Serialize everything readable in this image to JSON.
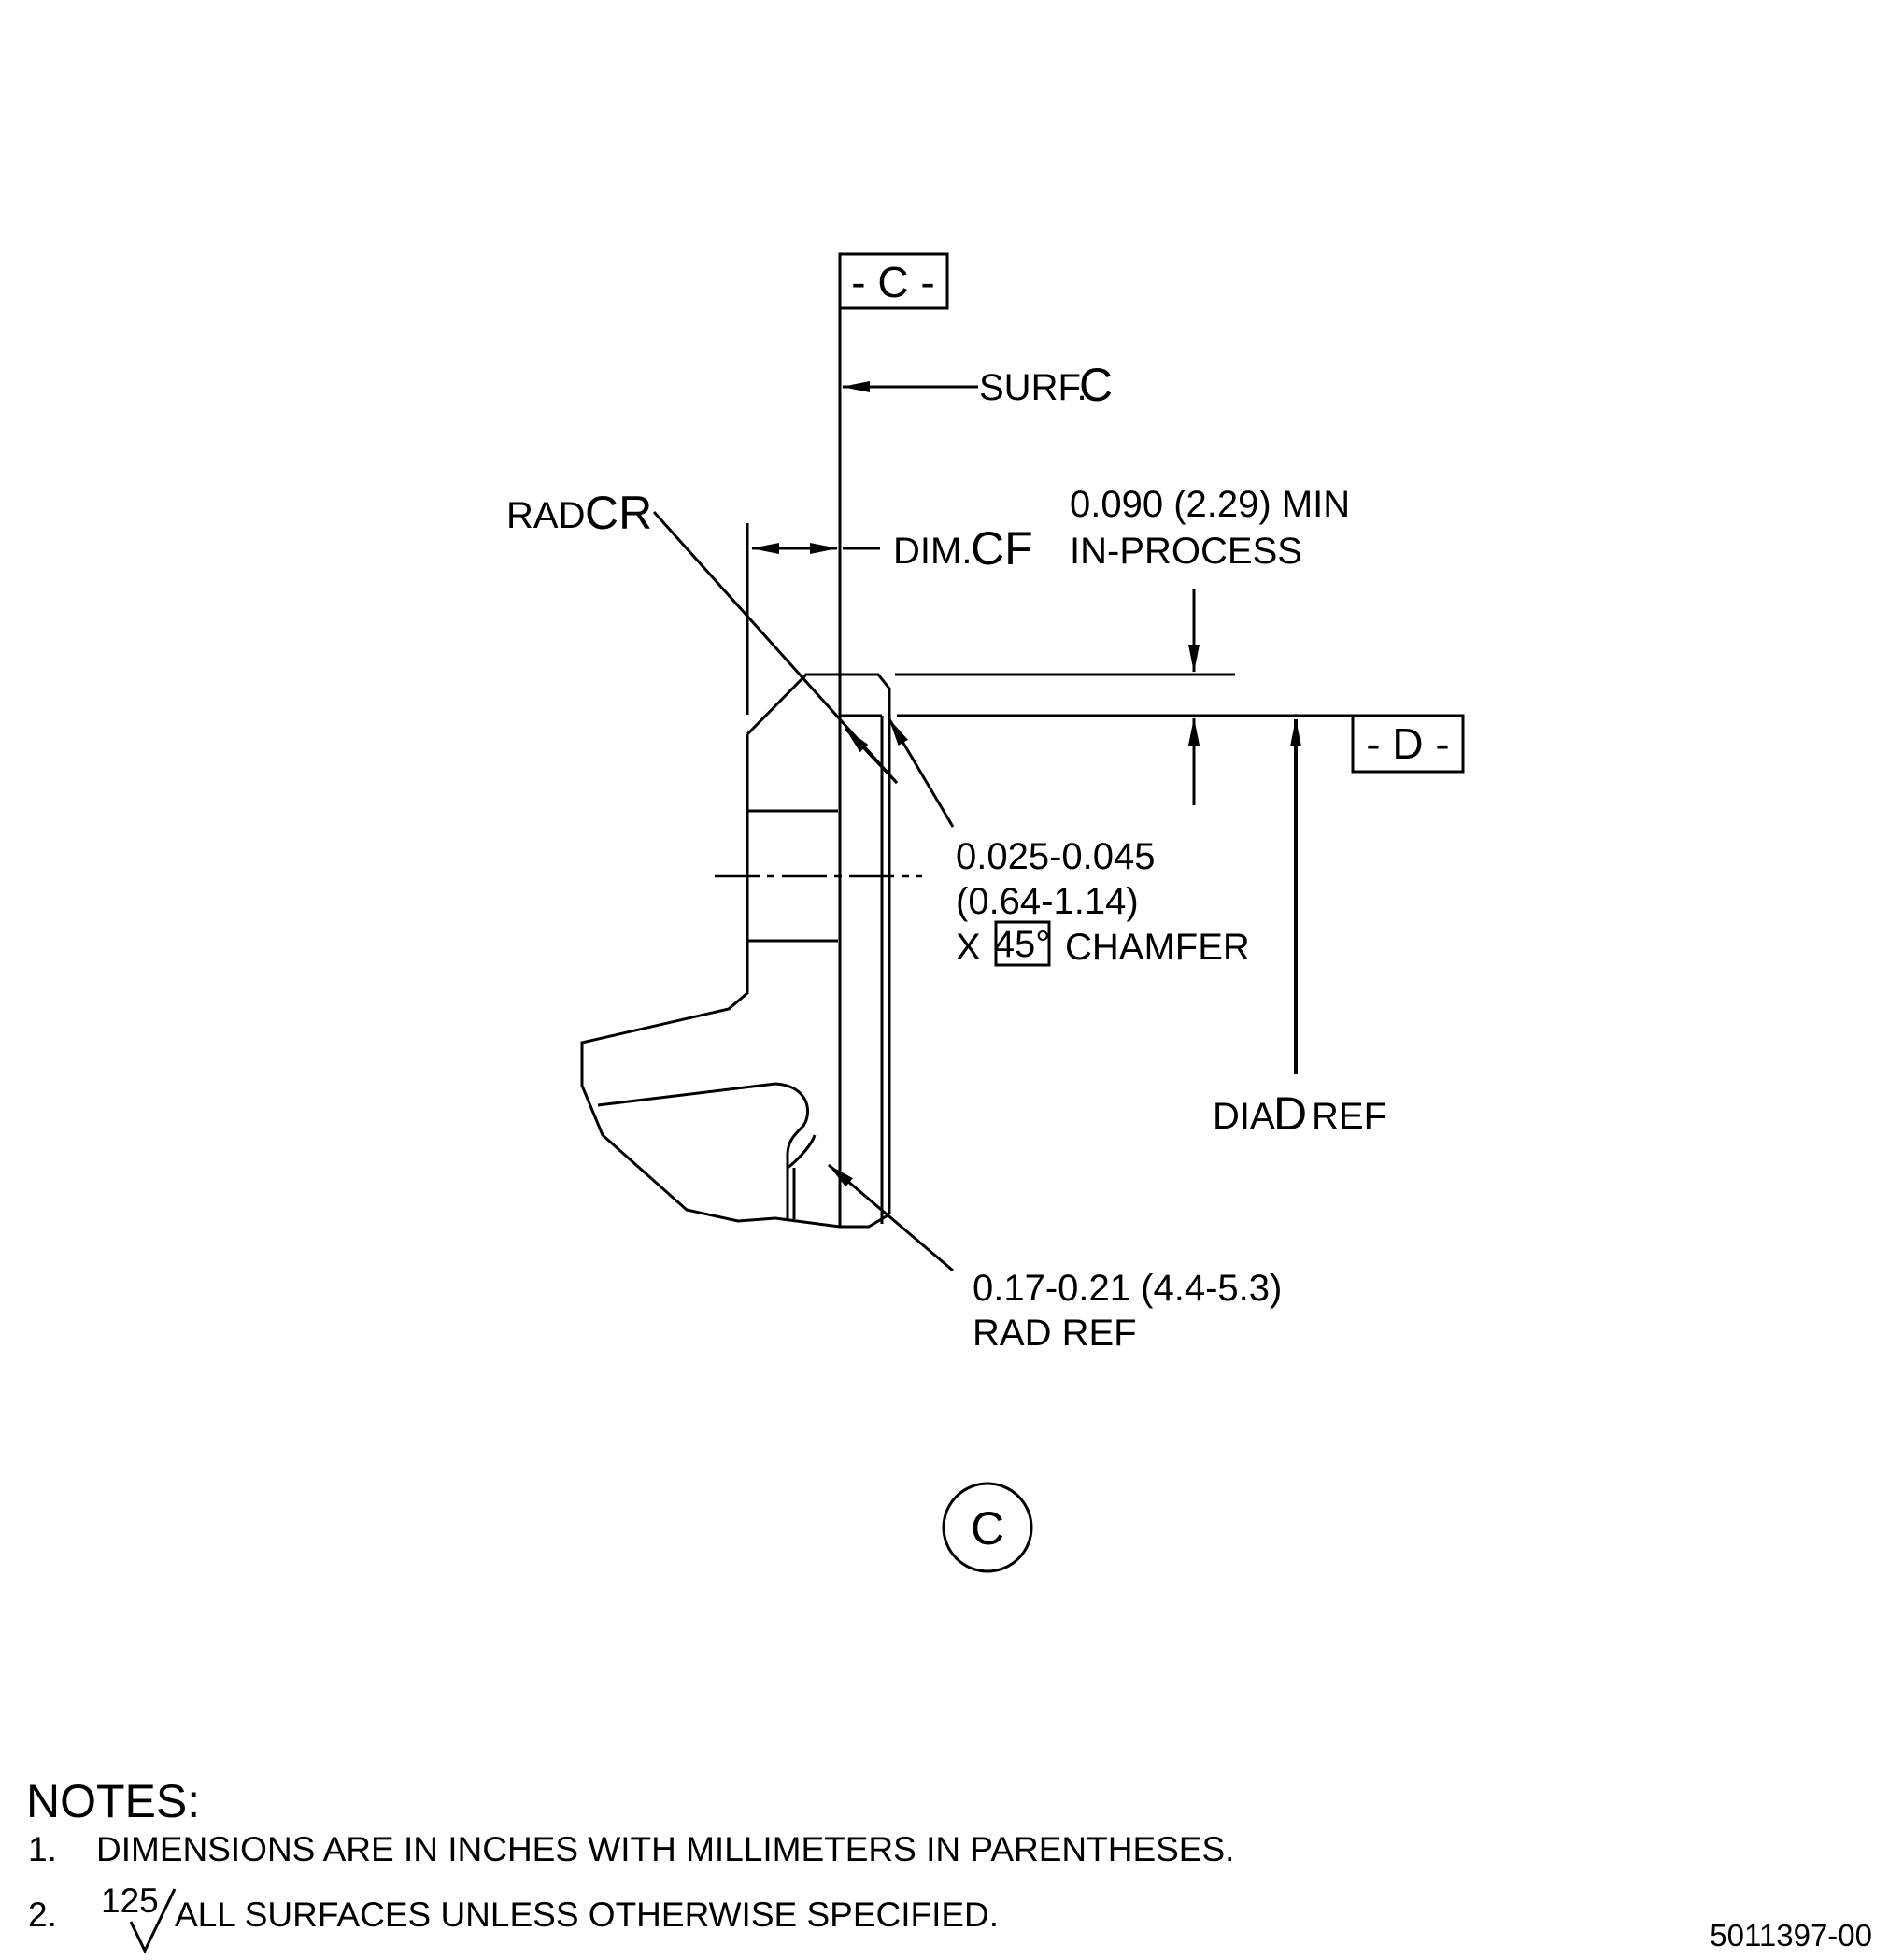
{
  "datums": {
    "c_label": "- C -",
    "d_label": "- D -"
  },
  "callouts": {
    "surf_prefix": "SURF.",
    "surf_letter": "C",
    "rad_prefix": "RAD",
    "rad_letter": "CR",
    "dim_prefix": "DIM.",
    "dim_letter": "CF",
    "min_line1": "0.090 (2.29) MIN",
    "min_line2": "IN-PROCESS",
    "chamfer_line1": "0.025-0.045",
    "chamfer_line2": "(0.64-1.14)",
    "chamfer_x": "X",
    "chamfer_angle": "45°",
    "chamfer_word": "CHAMFER",
    "dia_prefix": "DIA",
    "dia_letter": "D",
    "dia_suffix": "REF",
    "rad_ref_line1": "0.17-0.21 (4.4-5.3)",
    "rad_ref_line2": "RAD REF"
  },
  "view_label": "C",
  "notes": {
    "title": "NOTES:",
    "items": [
      {
        "num": "1.",
        "text": "DIMENSIONS ARE IN INCHES WITH MILLIMETERS IN PARENTHESES."
      },
      {
        "num": "2.",
        "symbol_value": "125",
        "text": "ALL SURFACES UNLESS OTHERWISE SPECIFIED."
      }
    ]
  },
  "drawing_number": "5011397-00"
}
